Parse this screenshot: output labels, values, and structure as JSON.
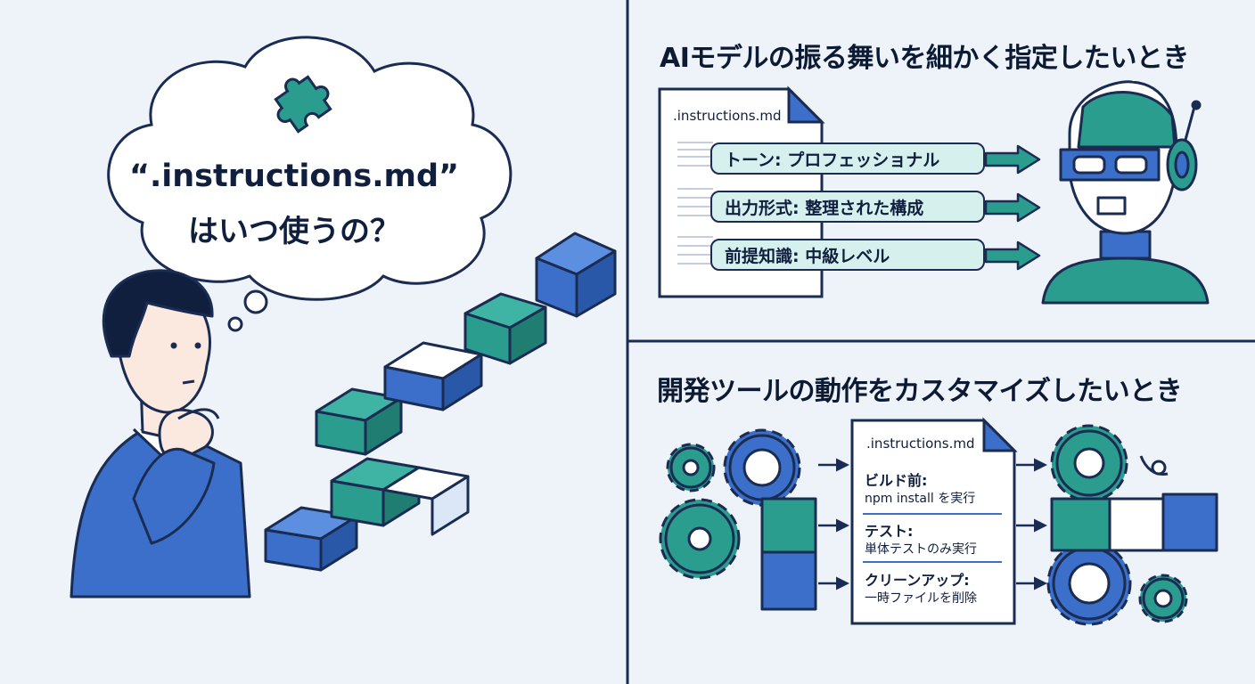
{
  "thought": {
    "line1": "“.instructions.md”",
    "line2": "はいつ使うの？"
  },
  "section_ai": {
    "heading": "AIモデルの振る舞いを細かく指定したいとき",
    "doc_title": ".instructions.md",
    "items": [
      {
        "label": "トーン: プロフェッショナル"
      },
      {
        "label": "出力形式: 整理された構成"
      },
      {
        "label": "前提知識:  中級レベル"
      }
    ]
  },
  "section_tools": {
    "heading": "開発ツールの動作をカスタマイズしたいとき",
    "doc_title": ".instructions.md",
    "steps": [
      {
        "title": "ビルド前:",
        "detail": "npm install を実行"
      },
      {
        "title": "テスト:",
        "detail": "単体テストのみ実行"
      },
      {
        "title": "クリーンアップ:",
        "detail": "一時ファイルを削除"
      }
    ]
  },
  "colors": {
    "navy": "#1b2c52",
    "blue": "#3b6fc9",
    "teal": "#2a9d8f",
    "teal_light": "#d6f0ee",
    "background": "#eef3fa"
  },
  "icons": [
    "puzzle-piece-icon",
    "document-icon",
    "robot-icon",
    "gear-icon",
    "arrow-right-icon"
  ]
}
